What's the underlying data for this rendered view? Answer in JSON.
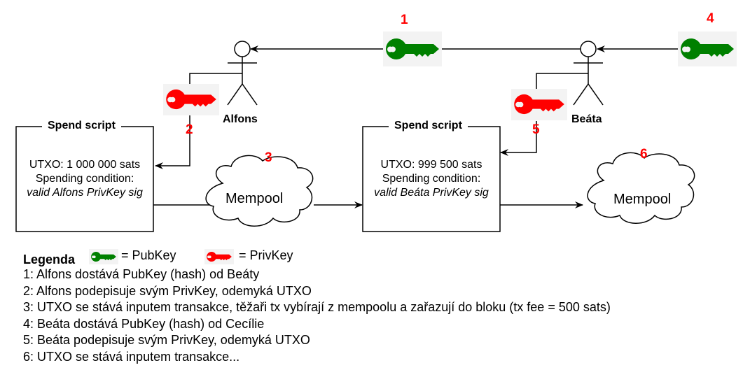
{
  "colors": {
    "pubkey": "#008000",
    "privkey": "#ff0000",
    "step_number": "#ff0000",
    "key_background": "#f3f3f3"
  },
  "actors": [
    {
      "id": "alfons",
      "name": "Alfons"
    },
    {
      "id": "beata",
      "name": "Beáta"
    }
  ],
  "keys": [
    {
      "id": "pubkey-1",
      "type": "pubkey",
      "icon": "key-icon"
    },
    {
      "id": "privkey-2",
      "type": "privkey",
      "icon": "key-icon"
    },
    {
      "id": "pubkey-4",
      "type": "pubkey",
      "icon": "key-icon"
    },
    {
      "id": "privkey-5",
      "type": "privkey",
      "icon": "key-icon"
    }
  ],
  "steps": {
    "s1": "1",
    "s2": "2",
    "s3": "3",
    "s4": "4",
    "s5": "5",
    "s6": "6"
  },
  "scripts": [
    {
      "title": "Spend script",
      "utxo": "UTXO: 1 000 000 sats",
      "condition_label": "Spending condition:",
      "condition": "valid Alfons PrivKey sig"
    },
    {
      "title": "Spend script",
      "utxo": "UTXO: 999 500 sats",
      "condition_label": "Spending condition:",
      "condition": "valid Beáta PrivKey sig"
    }
  ],
  "mempools": [
    {
      "label": "Mempool"
    },
    {
      "label": "Mempool"
    }
  ],
  "legend": {
    "title": "Legenda",
    "pubkey_label": "= PubKey",
    "privkey_label": "= PrivKey",
    "lines": [
      "1: Alfons dostává PubKey (hash) od Beáty",
      "2: Alfons podepisuje svým PrivKey, odemyká UTXO",
      "3: UTXO se stává inputem transakce, těžaři tx vybírají z mempoolu a zařazují do bloku (tx fee = 500 sats)",
      "4: Beáta dostává PubKey (hash) od Cecílie",
      "5: Beáta podepisuje svým PrivKey, odemyká UTXO",
      "6: UTXO se stává inputem transakce..."
    ]
  }
}
